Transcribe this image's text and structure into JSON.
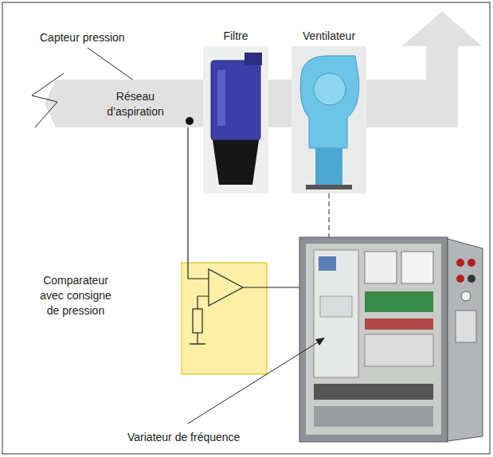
{
  "diagram": {
    "nodes": [
      {
        "text": [
          "Réseau d’aspiration"
        ]
      },
      {
        "text": [
          "Filtre"
        ]
      },
      {
        "text": [
          "Ventilateur"
        ]
      }
    ],
    "labels": [
      "Capteur pression",
      "Comparateur avec consigne de pression",
      "Variateur de fréquence"
    ]
  }
}
